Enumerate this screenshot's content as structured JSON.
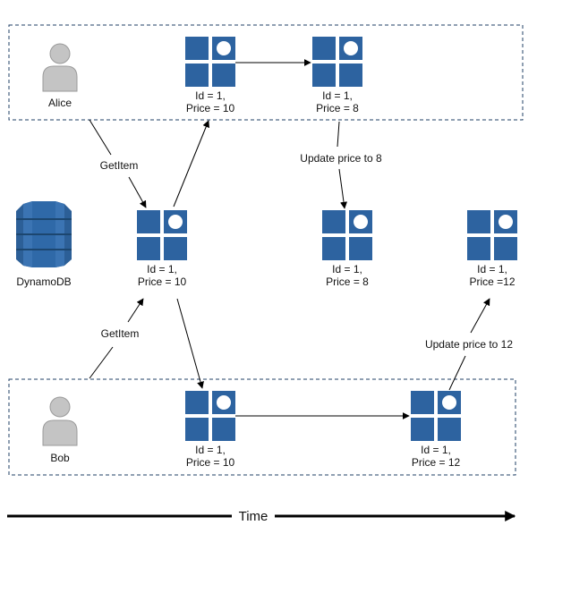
{
  "actors": {
    "alice": "Alice",
    "bob": "Bob",
    "db": "DynamoDB"
  },
  "items": {
    "alice_read": [
      "Id = 1,",
      "Price = 10"
    ],
    "alice_write": [
      "Id = 1,",
      "Price = 8"
    ],
    "db_v1": [
      "Id = 1,",
      "Price = 10"
    ],
    "db_v2": [
      "Id = 1,",
      "Price = 8"
    ],
    "db_v3": [
      "Id = 1,",
      "Price =12"
    ],
    "bob_read": [
      "Id = 1,",
      "Price = 10"
    ],
    "bob_write": [
      "Id = 1,",
      "Price = 12"
    ]
  },
  "edges": {
    "alice_get": "GetItem",
    "bob_get": "GetItem",
    "alice_update": "Update price to 8",
    "bob_update": "Update price to 12"
  },
  "timeline": "Time",
  "colors": {
    "block": "#2d63a0",
    "dynamodb": "#2c5f97",
    "user": "#bdbdbd",
    "frame": "#1f3f66",
    "arrow": "#000000"
  }
}
